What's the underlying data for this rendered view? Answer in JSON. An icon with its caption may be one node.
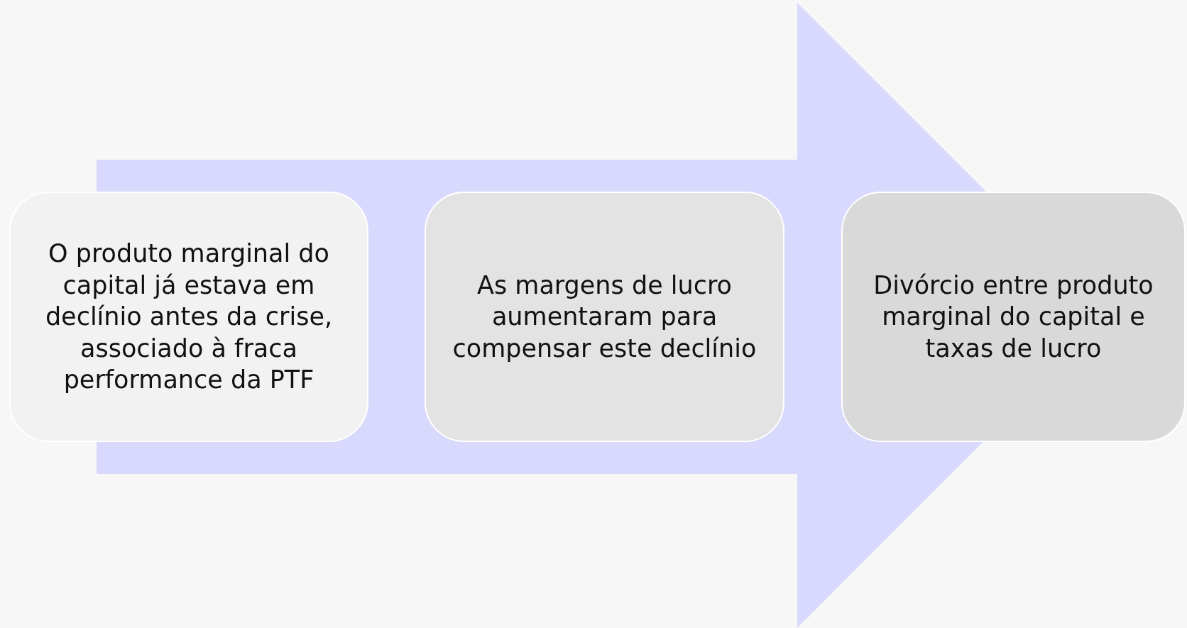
{
  "diagram": {
    "nodes": [
      {
        "text": [
          "O produto marginal do capital já estava em declínio antes da crise, associado à fraca performance da PTF"
        ]
      },
      {
        "text": [
          "As margens de lucro aumentaram para compensar este declínio"
        ]
      },
      {
        "text": [
          "Divórcio entre produto marginal do capital e taxas de lucro"
        ]
      }
    ],
    "edges": [
      {
        "from": 0,
        "to": 2,
        "arrow": "to"
      }
    ]
  }
}
